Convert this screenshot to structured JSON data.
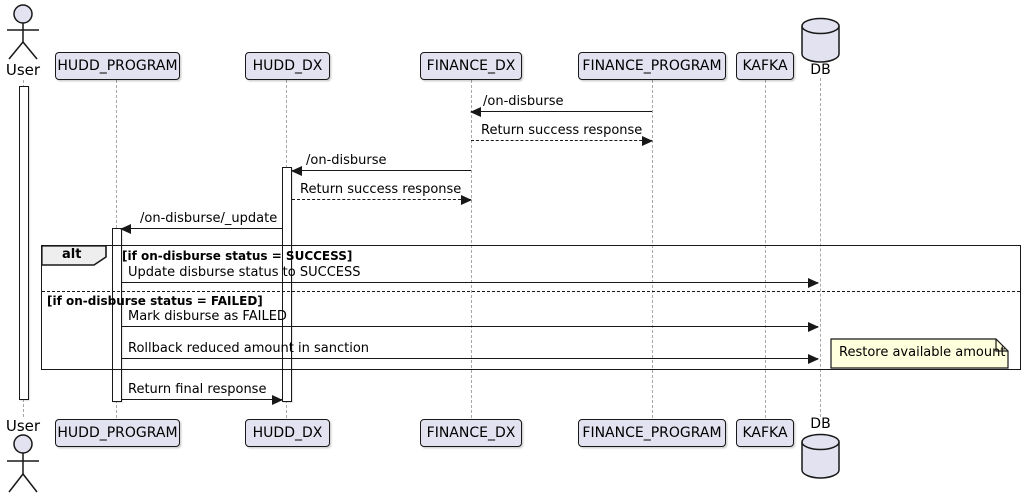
{
  "diagram": {
    "actor": {
      "label": "User"
    },
    "participants": [
      {
        "label": "HUDD_PROGRAM"
      },
      {
        "label": "HUDD_DX"
      },
      {
        "label": "FINANCE_DX"
      },
      {
        "label": "FINANCE_PROGRAM"
      },
      {
        "label": "KAFKA"
      }
    ],
    "database": {
      "label": "DB"
    },
    "messages": [
      {
        "label": "/on-disburse",
        "from": "FINANCE_PROGRAM",
        "to": "FINANCE_DX",
        "style": "solid"
      },
      {
        "label": "Return success response",
        "from": "FINANCE_DX",
        "to": "FINANCE_PROGRAM",
        "style": "dashed"
      },
      {
        "label": "/on-disburse",
        "from": "FINANCE_DX",
        "to": "HUDD_DX",
        "style": "solid"
      },
      {
        "label": "Return success response",
        "from": "HUDD_DX",
        "to": "FINANCE_DX",
        "style": "dashed"
      },
      {
        "label": "/on-disburse/_update",
        "from": "HUDD_DX",
        "to": "HUDD_PROGRAM",
        "style": "solid"
      },
      {
        "label": "Update disburse status to SUCCESS",
        "from": "HUDD_PROGRAM",
        "to": "DB",
        "style": "solid"
      },
      {
        "label": "Mark disburse as FAILED",
        "from": "HUDD_PROGRAM",
        "to": "DB",
        "style": "solid"
      },
      {
        "label": "Rollback reduced amount in sanction",
        "from": "HUDD_PROGRAM",
        "to": "DB",
        "style": "solid"
      },
      {
        "label": "Return final response",
        "from": "HUDD_PROGRAM",
        "to": "HUDD_DX",
        "style": "solid"
      }
    ],
    "alt": {
      "keyword": "alt",
      "conditions": [
        "[if on-disburse status = SUCCESS]",
        "[if on-disburse status = FAILED]"
      ]
    },
    "note": {
      "text": "Restore available amount"
    },
    "colors": {
      "participant_fill": "#E2E2F0",
      "border": "#181818",
      "lifeline": "#A8A8A8",
      "note_fill": "#FEFFDD",
      "frame_label_fill": "#EEEEEE"
    }
  }
}
